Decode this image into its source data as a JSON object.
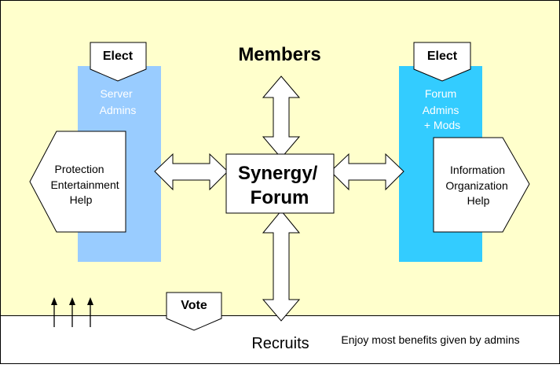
{
  "title": "Members",
  "center": {
    "line1": "Synergy/",
    "line2": "Forum"
  },
  "left_panel": {
    "tab": "Elect",
    "heading": [
      "Server",
      "Admins"
    ],
    "roles": [
      "Protection",
      "Entertainment",
      "Help"
    ]
  },
  "right_panel": {
    "tab": "Elect",
    "heading": [
      "Forum",
      "Admins",
      "+ Mods"
    ],
    "roles": [
      "Information",
      "Organization",
      "Help"
    ]
  },
  "vote_label": "Vote",
  "recruits_label": "Recruits",
  "recruits_note": "Enjoy most benefits given by admins",
  "colors": {
    "background": "#FFFFCC",
    "bottom_band": "#FFFFFF",
    "left_column": "#99CCFF",
    "right_column": "#33CCFF",
    "line": "#000000"
  }
}
